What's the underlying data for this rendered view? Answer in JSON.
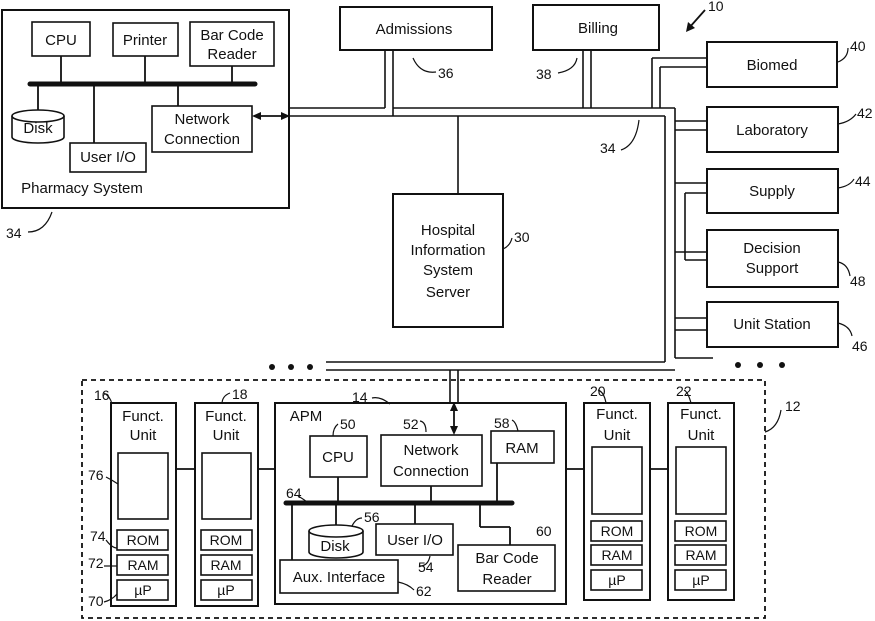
{
  "pharmacy": {
    "title": "Pharmacy System",
    "cpu": "CPU",
    "printer": "Printer",
    "barcode_1": "Bar Code",
    "barcode_2": "Reader",
    "disk": "Disk",
    "network_1": "Network",
    "network_2": "Connection",
    "user_io": "User I/O",
    "ref": "34"
  },
  "admissions": {
    "label": "Admissions",
    "ref": "36"
  },
  "billing": {
    "label": "Billing",
    "ref": "38"
  },
  "system_ref": "10",
  "network_ref": "34",
  "departments": {
    "biomed": {
      "label": "Biomed",
      "ref": "40"
    },
    "laboratory": {
      "label": "Laboratory",
      "ref": "42"
    },
    "supply": {
      "label": "Supply",
      "ref": "44"
    },
    "decision_1": "Decision",
    "decision_2": "Support",
    "decision_ref": "48",
    "unit_station": {
      "label": "Unit Station",
      "ref": "46"
    }
  },
  "server": {
    "line1": "Hospital",
    "line2": "Information",
    "line3": "System",
    "line4": "Server",
    "ref": "30"
  },
  "patient_group_ref": "12",
  "funct_line1": "Funct.",
  "funct_line2": "Unit",
  "rom": "ROM",
  "ram": "RAM",
  "up": "µP",
  "unit_16": "16",
  "unit_18": "18",
  "unit_20": "20",
  "unit_22": "22",
  "refs_left": {
    "r76": "76",
    "r74": "74",
    "r72": "72",
    "r70": "70"
  },
  "apm": {
    "title": "APM",
    "ref": "14",
    "cpu": "CPU",
    "cpu_ref": "50",
    "network_1": "Network",
    "network_2": "Connection",
    "network_ref": "52",
    "ram": "RAM",
    "ram_ref": "58",
    "bus_ref": "64",
    "disk": "Disk",
    "disk_ref": "56",
    "user_io": "User I/O",
    "user_io_ref": "54",
    "aux": "Aux. Interface",
    "aux_ref": "62",
    "barcode_1": "Bar Code",
    "barcode_2": "Reader",
    "barcode_ref": "60"
  }
}
